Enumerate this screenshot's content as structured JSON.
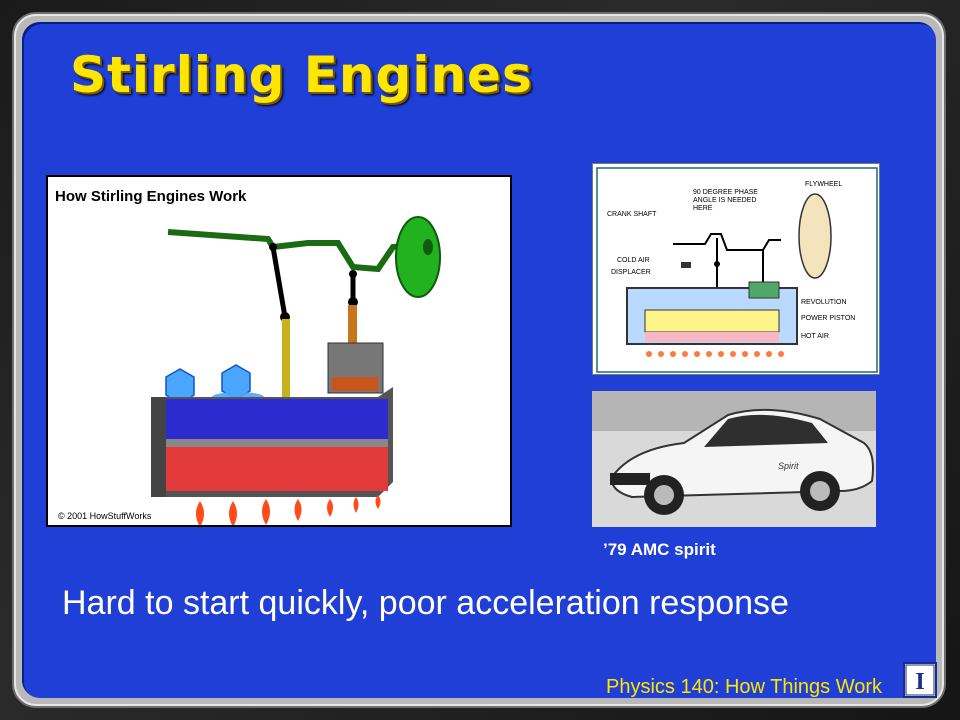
{
  "slide": {
    "title": "Stirling Engines",
    "subtitle": "Hard to start quickly, poor acceleration response",
    "footer": "Physics 140: How Things Work",
    "logo_letter": "I"
  },
  "left_diagram": {
    "heading": "How Stirling Engines Work",
    "credit": "© 2001 HowStuffWorks"
  },
  "right_diagram": {
    "labels": {
      "phase": "90 DEGREE PHASE",
      "phase2": "ANGLE IS NEEDED",
      "phase3": "HERE",
      "flywheel": "FLYWHEEL",
      "crank": "CRANK SHAFT",
      "cold": "COLD AIR",
      "displacer": "DISPLACER",
      "revolution": "REVOLUTION",
      "power": "POWER PISTON",
      "hot": "HOT AIR"
    }
  },
  "photo": {
    "caption": "’79 AMC spirit",
    "badge": "Spirit"
  },
  "colors": {
    "background": "#1f3fd6",
    "title": "#ffe600",
    "footer": "#ffe600"
  }
}
